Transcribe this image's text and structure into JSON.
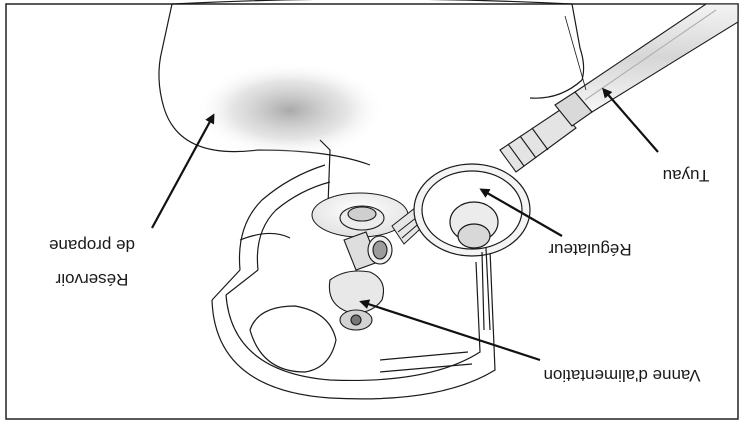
{
  "labels": {
    "tank_line1": "Réservoir",
    "tank_line2": "de propane",
    "hose": "Tuyau",
    "regulator": "Régulateur",
    "valve": "Vanne d'alimentation"
  },
  "orientation": "upside-down",
  "colors": {
    "frame": "#222222",
    "line": "#1a1a1a",
    "background": "#ffffff"
  }
}
